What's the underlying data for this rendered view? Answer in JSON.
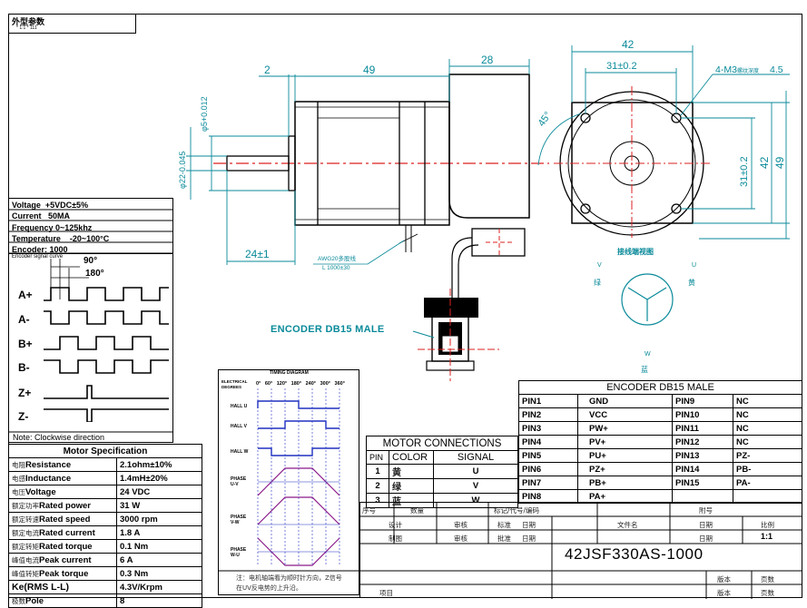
{
  "header_box": {
    "line1": "外型参数",
    "line2": "* 1:1 * 111"
  },
  "dims": {
    "flange_thickness": "2",
    "body_length": "49",
    "encoder_length": "28",
    "shaft_ext": "24±1",
    "boss_dia": "φ5+0.012",
    "shaft_dia": "φ22-0.045",
    "width_top": "42",
    "hole_span_top": "31±0.2",
    "holes_note": "4-M3",
    "holes_depth_prefix": "螺纹深度",
    "holes_depth": "4.5",
    "angle": "45°",
    "hole_span_side": "31±0.2",
    "height_42": "42",
    "height_49": "49",
    "cable_note_1": "AWG20多股线",
    "cable_note_2": "L 1000±30",
    "end_view_label": "接线端视图"
  },
  "encoder_label": "ENCODER DB15 MALE",
  "encoder_specs": [
    {
      "label": "Voltage",
      "value": "+5VDC±5%"
    },
    {
      "label": "Current",
      "value": "50MA"
    },
    {
      "label": "Frequency",
      "value": "0~125khz"
    },
    {
      "label": "Temperature",
      "value": "-20~100°C"
    },
    {
      "label": "Encoder:",
      "value": "1000"
    }
  ],
  "signal": {
    "title": "Encoder signal curve",
    "deg90": "90°",
    "deg180": "180°",
    "channels": [
      "A+",
      "A-",
      "B+",
      "B-",
      "Z+",
      "Z-"
    ],
    "note": "Note:  Clockwise direction"
  },
  "motor_spec": {
    "title": "Motor Specification",
    "rows": [
      {
        "cn": "电阻",
        "en": "Resistance",
        "value": "2.1ohm±10%"
      },
      {
        "cn": "电感",
        "en": "Inductance",
        "value": "1.4mH±20%"
      },
      {
        "cn": "电压",
        "en": "Voltage",
        "value": "24 VDC"
      },
      {
        "cn": "额定功率",
        "en": "Rated power",
        "value": "31 W"
      },
      {
        "cn": "额定转速",
        "en": "Rated speed",
        "value": "3000 rpm"
      },
      {
        "cn": "额定电流",
        "en": "Rated current",
        "value": "1.8 A"
      },
      {
        "cn": "额定转矩",
        "en": "Rated torque",
        "value": "0.1 Nm"
      },
      {
        "cn": "峰值电流",
        "en": "Peak current",
        "value": "6 A"
      },
      {
        "cn": "峰值转矩",
        "en": "Peak torque",
        "value": "0.3 Nm"
      },
      {
        "cn": "",
        "en": "Ke(RMS L-L)",
        "value": "4.3V/Krpm"
      },
      {
        "cn": "极数",
        "en": "Pole",
        "value": "8"
      }
    ]
  },
  "timing": {
    "title": "TIMING DIAGRAM",
    "header": "ELECTRICAL DEGREES",
    "degrees": [
      "0°",
      "60°",
      "120°",
      "180°",
      "240°",
      "300°",
      "360°"
    ],
    "rows": [
      "HALL U",
      "HALL V",
      "HALL W",
      "PHASE U-V",
      "PHASE V-W",
      "PHASE W-U"
    ],
    "note_1": "注：电机轴端看为顺时针方向，Z信号",
    "note_2": "在UV反电势的上升沿。"
  },
  "motor_connections": {
    "title": "MOTOR  CONNECTIONS",
    "headers": [
      "PIN",
      "COLOR",
      "SIGNAL"
    ],
    "rows": [
      {
        "pin": "1",
        "color": "黄",
        "signal": "U"
      },
      {
        "pin": "2",
        "color": "绿",
        "signal": "V"
      },
      {
        "pin": "3",
        "color": "蓝",
        "signal": "W"
      }
    ]
  },
  "db15": {
    "title": "ENCODER DB15 MALE",
    "rows": [
      {
        "p1": "PIN1",
        "s1": "GND",
        "p2": "PIN9",
        "s2": "NC"
      },
      {
        "p1": "PIN2",
        "s1": "VCC",
        "p2": "PIN10",
        "s2": "NC"
      },
      {
        "p1": "PIN3",
        "s1": "PW+",
        "p2": "PIN11",
        "s2": "NC"
      },
      {
        "p1": "PIN4",
        "s1": "PV+",
        "p2": "PIN12",
        "s2": "NC"
      },
      {
        "p1": "PIN5",
        "s1": "PU+",
        "p2": "PIN13",
        "s2": "PZ-"
      },
      {
        "p1": "PIN6",
        "s1": "PZ+",
        "p2": "PIN14",
        "s2": "PB-"
      },
      {
        "p1": "PIN7",
        "s1": "PB+",
        "p2": "PIN15",
        "s2": "PA-"
      },
      {
        "p1": "PIN8",
        "s1": "PA+",
        "p2": "",
        "s2": ""
      }
    ]
  },
  "hall_labels": {
    "v": "V",
    "v_cn": "绿",
    "u": "U",
    "u_cn": "黄",
    "w": "W",
    "w_cn": "蓝"
  },
  "title_block": {
    "r1": [
      "序号",
      "数量",
      "标记/代号/编码",
      "",
      "",
      "",
      "附号"
    ],
    "r2": [
      "设计",
      "",
      "审核",
      "",
      "标准",
      "日期",
      "文件名",
      "日期",
      "比例"
    ],
    "r3": [
      "制图",
      "",
      "审核",
      "",
      "批准",
      "日期",
      "",
      "日期",
      "1:1"
    ],
    "part_no": "42JSF330AS-1000",
    "r4": [
      "版本",
      "页数"
    ],
    "r5": [
      "项目",
      "版本",
      "页数"
    ]
  }
}
